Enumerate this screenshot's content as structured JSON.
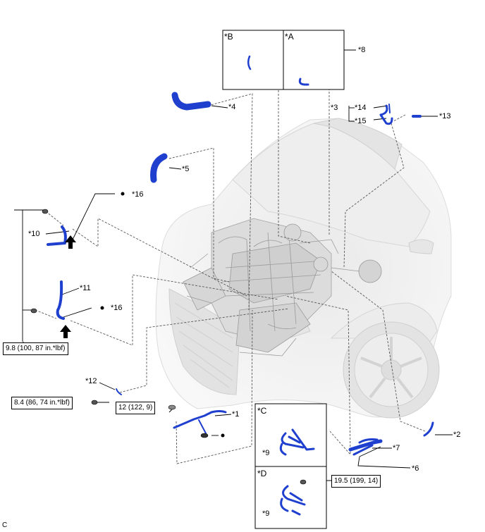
{
  "callouts": {
    "c1": "*1",
    "c2": "*2",
    "c3": "*3",
    "c4": "*4",
    "c5": "*5",
    "c6": "*6",
    "c7": "*7",
    "c8": "*8",
    "c9a": "*9",
    "c9b": "*9",
    "c10": "*10",
    "c11": "*11",
    "c12": "*12",
    "c13": "*13",
    "c14": "*14",
    "c15": "*15",
    "c16a": "*16",
    "c16b": "*16"
  },
  "views": {
    "A": "*A",
    "B": "*B",
    "C": "*C",
    "D": "*D"
  },
  "torque": {
    "t1": "9.8 (100, 87 in.*lbf)",
    "t2": "8.4 (86, 74 in.*lbf)",
    "t3": "12 (122, 9)",
    "t4": "19.5 (199, 14)"
  },
  "corner_letter": "C",
  "colors": {
    "part": "#1f3fcf",
    "outline": "#000000",
    "engine": "#9a9a9a"
  }
}
